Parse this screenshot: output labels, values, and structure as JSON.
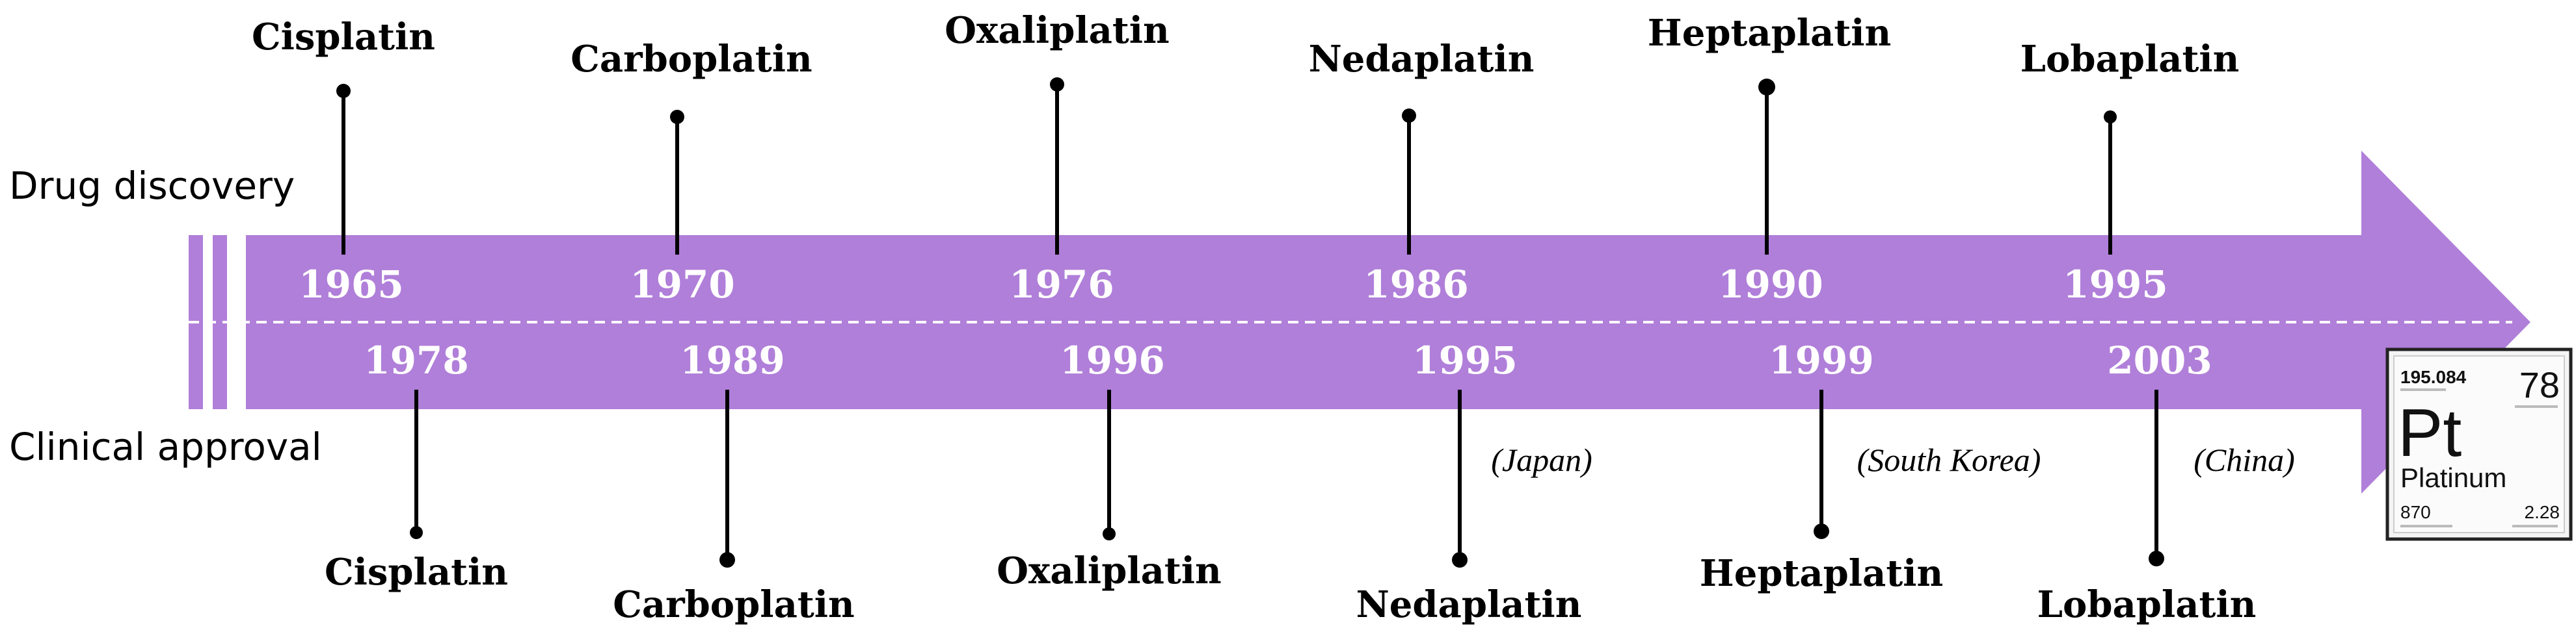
{
  "side_labels": {
    "top": "Drug discovery",
    "bottom": "Clinical approval"
  },
  "discovery": [
    {
      "year": "1965",
      "drug": "Cisplatin"
    },
    {
      "year": "1970",
      "drug": "Carboplatin"
    },
    {
      "year": "1976",
      "drug": "Oxaliplatin"
    },
    {
      "year": "1986",
      "drug": "Nedaplatin"
    },
    {
      "year": "1990",
      "drug": "Heptaplatin"
    },
    {
      "year": "1995",
      "drug": "Lobaplatin"
    }
  ],
  "approval": [
    {
      "year": "1978",
      "drug": "Cisplatin",
      "region": ""
    },
    {
      "year": "1989",
      "drug": "Carboplatin",
      "region": ""
    },
    {
      "year": "1996",
      "drug": "Oxaliplatin",
      "region": ""
    },
    {
      "year": "1995",
      "drug": "Nedaplatin",
      "region": "(Japan)"
    },
    {
      "year": "1999",
      "drug": "Heptaplatin",
      "region": "(South Korea)"
    },
    {
      "year": "2003",
      "drug": "Lobaplatin",
      "region": "(China)"
    }
  ],
  "element_tile": {
    "mass": "195.084",
    "number": "78",
    "symbol": "Pt",
    "name": "Platinum",
    "melting": "870",
    "electronegativity": "2.28"
  },
  "colors": {
    "arrow": "#b07fd9",
    "stem": "#000000",
    "year_text": "#ffffff",
    "dash": "#ffffff"
  }
}
